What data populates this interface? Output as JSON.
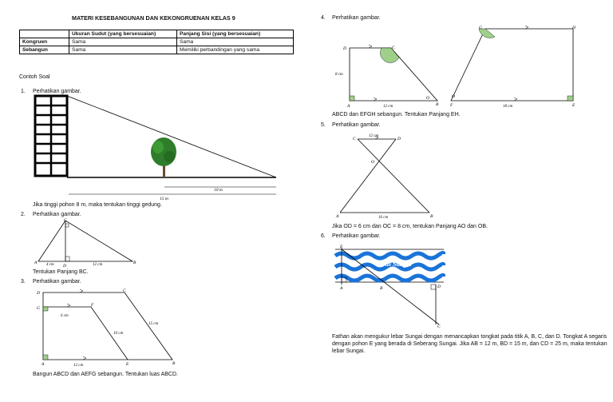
{
  "title": "MATERI KESEBANGUNAN DAN KEKONGRUENAN KELAS 9",
  "table": {
    "headers": [
      "",
      "Ukuran Sudut (yang bersesuaian)",
      "Panjang Sisi (yang bersesuaian)"
    ],
    "rows": [
      [
        "Kongruen",
        "Sama",
        "Sama"
      ],
      [
        "Sebangun",
        "Sama",
        "Memiliki perbandingan yang sama"
      ]
    ]
  },
  "section_label": "Contoh Soal",
  "problems": [
    {
      "num": "1.",
      "prompt": "Perhatikan gambar.",
      "text": "Jika tinggi pohon 8 m, maka tentukan tinggi gedung.",
      "fig": {
        "d1": "10 m",
        "d2": "15 m"
      }
    },
    {
      "num": "2.",
      "prompt": "Perhatikan gambar.",
      "text": "Tentukan Panjang BC.",
      "fig": {
        "A": "A",
        "B": "B",
        "C": "C",
        "D": "D",
        "d1": "4 cm",
        "d2": "12 cm"
      }
    },
    {
      "num": "3.",
      "prompt": "Perhatikan gambar.",
      "text": "Bangun ABCD dan AEFG sebangun. Tentukan luas ABCD.",
      "fig": {
        "A": "A",
        "B": "B",
        "C": "C",
        "D": "D",
        "E": "E",
        "F": "F",
        "G": "G",
        "gf": "6 cm",
        "fe": "10 cm",
        "cb": "15 cm",
        "ae": "12 cm"
      }
    },
    {
      "num": "4.",
      "prompt": "Perhatikan gambar.",
      "text": "ABCD dan EFGH sebangun. Tentukan Panjang EH.",
      "fig": {
        "A": "A",
        "B": "B",
        "C": "C",
        "D": "D",
        "E": "E",
        "F": "F",
        "G": "G",
        "H": "H",
        "O": "O",
        "ad": "8 cm",
        "ab": "12 cm",
        "fe": "18 cm"
      }
    },
    {
      "num": "5.",
      "prompt": "Perhatikan gambar.",
      "text": "Jika OD = 6 cm dan OC = 8 cm, tentukan Panjang AO dan OB.",
      "fig": {
        "A": "A",
        "B": "B",
        "C": "C",
        "D": "D",
        "O": "O",
        "cd": "12 cm",
        "ab": "16 cm"
      }
    },
    {
      "num": "6.",
      "prompt": "Perhatikan gambar.",
      "text": "Fathan akan mengukur lebar Sungai dengan menancapkan tongkat pada titik A, B, C, dan D. Tongkat A segaris dengan pohon E yang berada di Seberang Sungai. Jika AB = 12 m, BD = 15 m, dan CD = 25 m, maka tentukan lebar Sungai.",
      "fig": {
        "A": "A",
        "B": "B",
        "C": "C",
        "D": "D",
        "E": "E",
        "river": "Arus Sungai"
      }
    }
  ]
}
